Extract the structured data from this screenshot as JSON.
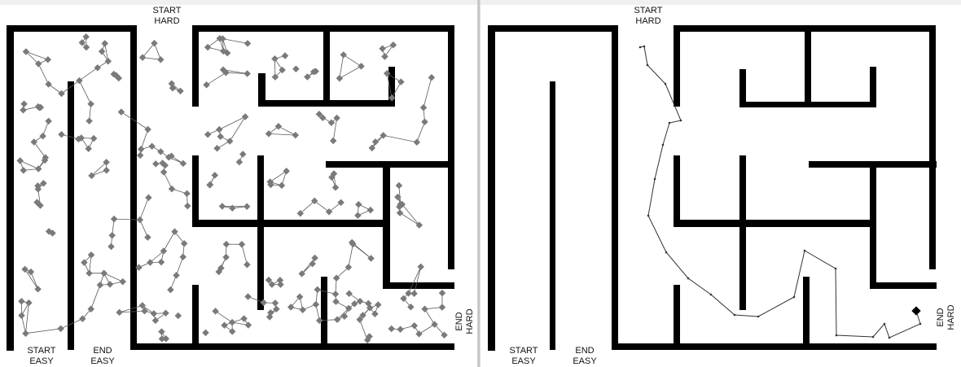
{
  "colors": {
    "wall": "#000000",
    "path": "#5a5a5a",
    "node": "#7a7a7a",
    "goal": "#000000"
  },
  "left_panel": {
    "labels": {
      "start_hard": [
        "START",
        "HARD"
      ],
      "start_easy": [
        "START",
        "EASY"
      ],
      "end_easy": [
        "END",
        "EASY"
      ],
      "end_hard": [
        "END",
        "HARD"
      ]
    }
  },
  "right_panel": {
    "labels": {
      "start_hard": [
        "START",
        "HARD"
      ],
      "start_easy": [
        "START",
        "EASY"
      ],
      "end_easy": [
        "END",
        "EASY"
      ],
      "end_hard": [
        "END",
        "HARD"
      ]
    }
  }
}
